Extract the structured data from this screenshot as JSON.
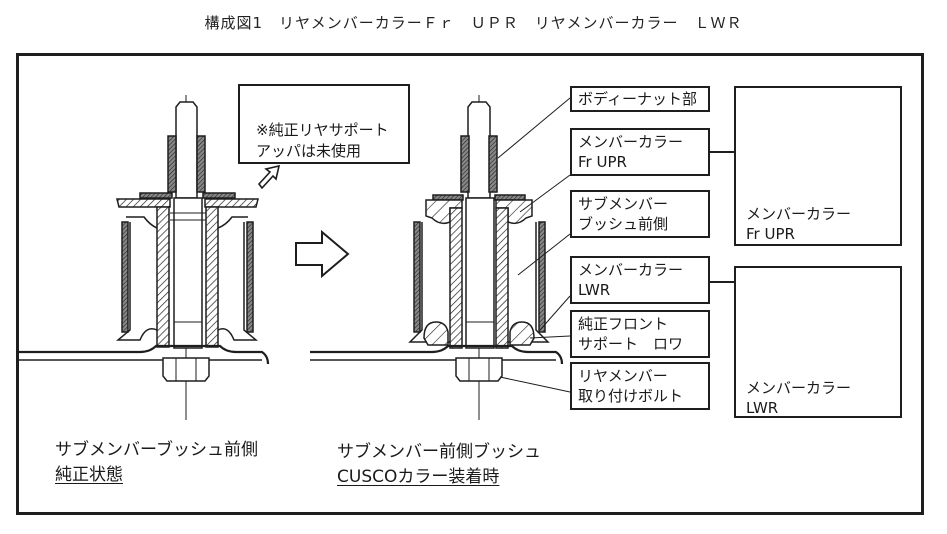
{
  "title": "構成図1　リヤメンバーカラーＦｒ　ＵＰＲ　リヤメンバーカラー　ＬＷＲ",
  "note": {
    "line1": "※純正リヤサポート",
    "line2": "アッパは未使用"
  },
  "callouts": [
    {
      "id": "body-nut",
      "lines": [
        "ボディーナット部"
      ]
    },
    {
      "id": "member-collar-fr-upr",
      "lines": [
        "メンバーカラー",
        "Fr  UPR"
      ]
    },
    {
      "id": "sub-member-bush-front",
      "lines": [
        "サブメンバー",
        "ブッシュ前側"
      ]
    },
    {
      "id": "member-collar-lwr",
      "lines": [
        "メンバーカラー",
        "LWR"
      ]
    },
    {
      "id": "oem-front-support-lower",
      "lines": [
        "純正フロント",
        "サポート　ロワ"
      ]
    },
    {
      "id": "rear-member-mount-bolt",
      "lines": [
        "リヤメンバー",
        "取り付けボルト"
      ]
    }
  ],
  "photos": [
    {
      "id": "fr-upr",
      "caption": [
        "メンバーカラー",
        "Fr  UPR"
      ]
    },
    {
      "id": "lwr",
      "caption": [
        "メンバーカラー",
        "LWR"
      ]
    }
  ],
  "captions": {
    "left": {
      "line1": "サブメンバーブッシュ前側",
      "line2": "純正状態"
    },
    "right": {
      "line1": "サブメンバー前側ブッシュ",
      "line2": "CUSCOカラー装着時"
    }
  },
  "icons": {
    "transition_arrow": "right-arrow-outline-icon",
    "note_pointer": "pointer-arrow-outline-icon"
  }
}
